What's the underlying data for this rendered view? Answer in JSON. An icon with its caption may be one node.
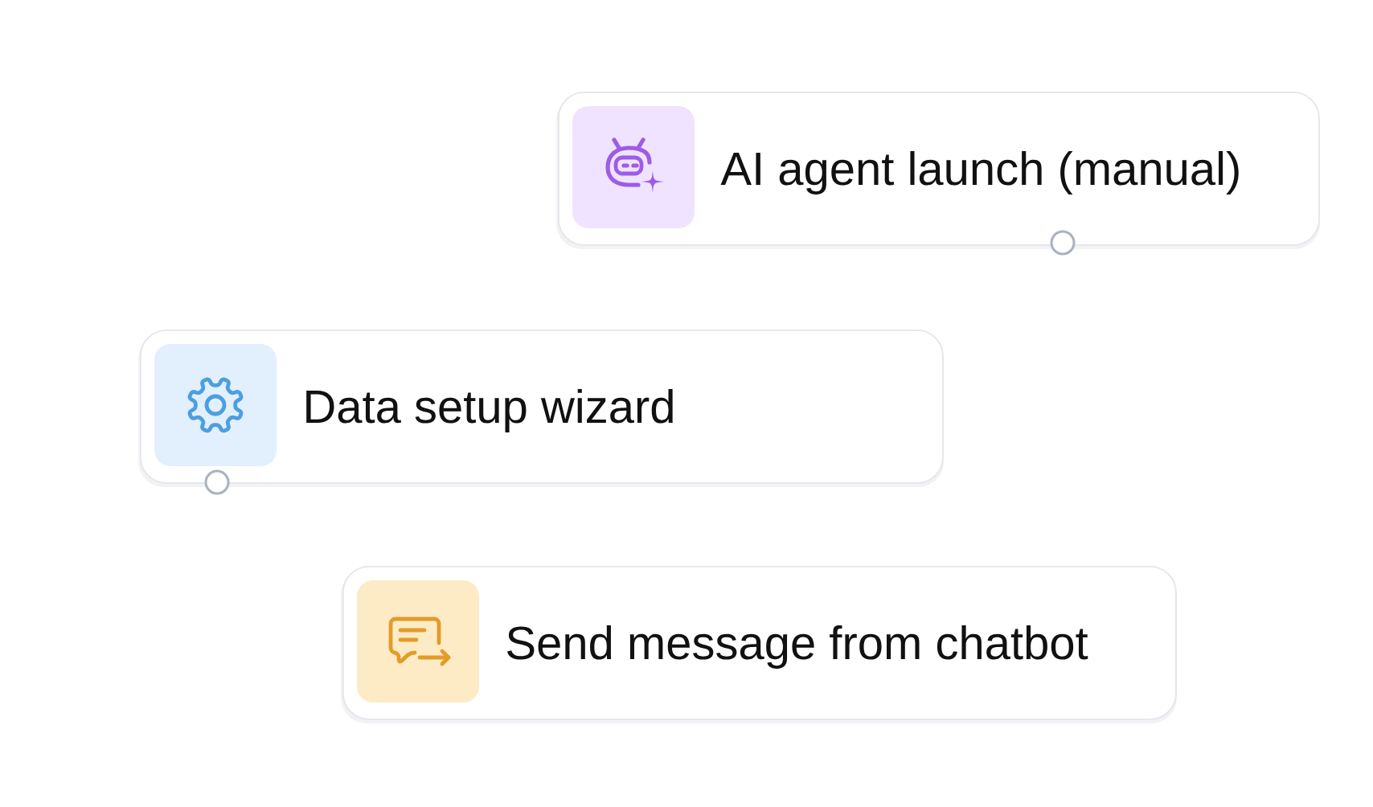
{
  "diagram": {
    "nodes": [
      {
        "text": [
          "AI agent launch (manual)"
        ]
      },
      {
        "text": [
          "Data setup wizard"
        ]
      },
      {
        "text": [
          "Send message from chatbot"
        ]
      }
    ]
  }
}
